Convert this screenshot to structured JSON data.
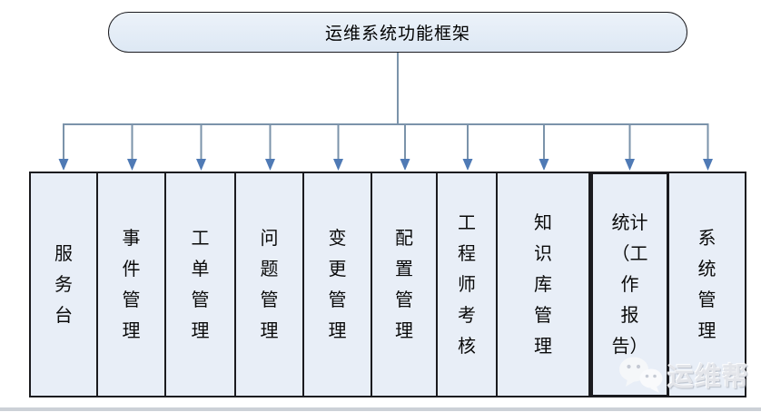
{
  "title": "运维系统功能框架",
  "boxes": [
    {
      "text": "服\n务\n台"
    },
    {
      "text": "事\n件\n管\n理"
    },
    {
      "text": "工\n单\n管\n理"
    },
    {
      "text": "问\n题\n管\n理"
    },
    {
      "text": "变\n更\n管\n理"
    },
    {
      "text": "配\n置\n管\n理"
    },
    {
      "text": "工\n程\n师\n考\n核"
    },
    {
      "text": "知\n识\n库\n管\n理"
    },
    {
      "text": "统计\n（工\n作\n报\n告）"
    },
    {
      "text": "系\n统\n管\n理"
    }
  ],
  "watermark": {
    "text": "运维帮"
  },
  "colors": {
    "node-fill": "#e8eef7",
    "node-border": "#1b1b1f",
    "title-fill-a": "#ecf2f9",
    "title-fill-b": "#dde8f4",
    "line": "#7b93aa",
    "arrow": "#4f7ab5",
    "watermark": "#e3e5ea"
  }
}
